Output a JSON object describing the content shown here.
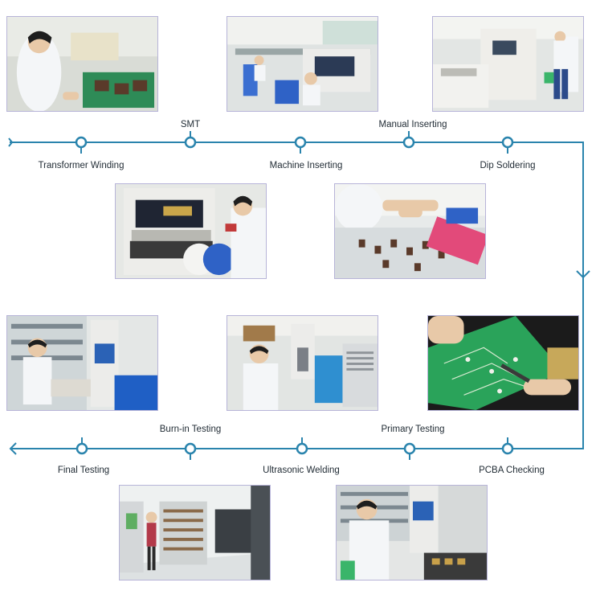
{
  "colors": {
    "line": "#2a84ad",
    "node_fill": "#ffffff",
    "photo_border": "#b7b4d8"
  },
  "steps_top": [
    "Transformer Winding",
    "SMT",
    "Machine Inserting",
    "Manual Inserting",
    "Dip Soldering"
  ],
  "steps_bottom": [
    "Final Testing",
    "Burn-in Testing",
    "Ultrasonic Welding",
    "Primary Testing",
    "PCBA Checking"
  ],
  "photos": [
    {
      "name": "photo-transformer-winding",
      "scene": "worker-bench"
    },
    {
      "name": "photo-smt",
      "scene": "factory-hall"
    },
    {
      "name": "photo-dip-soldering",
      "scene": "machine-line"
    },
    {
      "name": "photo-machine-inserting",
      "scene": "smt-machine"
    },
    {
      "name": "photo-manual-inserting",
      "scene": "hands-board"
    },
    {
      "name": "photo-final-testing",
      "scene": "test-rack"
    },
    {
      "name": "photo-ultrasonic-welding",
      "scene": "welding-station"
    },
    {
      "name": "photo-pcba-checking",
      "scene": "pcb-closeup"
    },
    {
      "name": "photo-burn-in-testing",
      "scene": "aging-room"
    },
    {
      "name": "photo-primary-testing",
      "scene": "test-rack-2"
    }
  ]
}
